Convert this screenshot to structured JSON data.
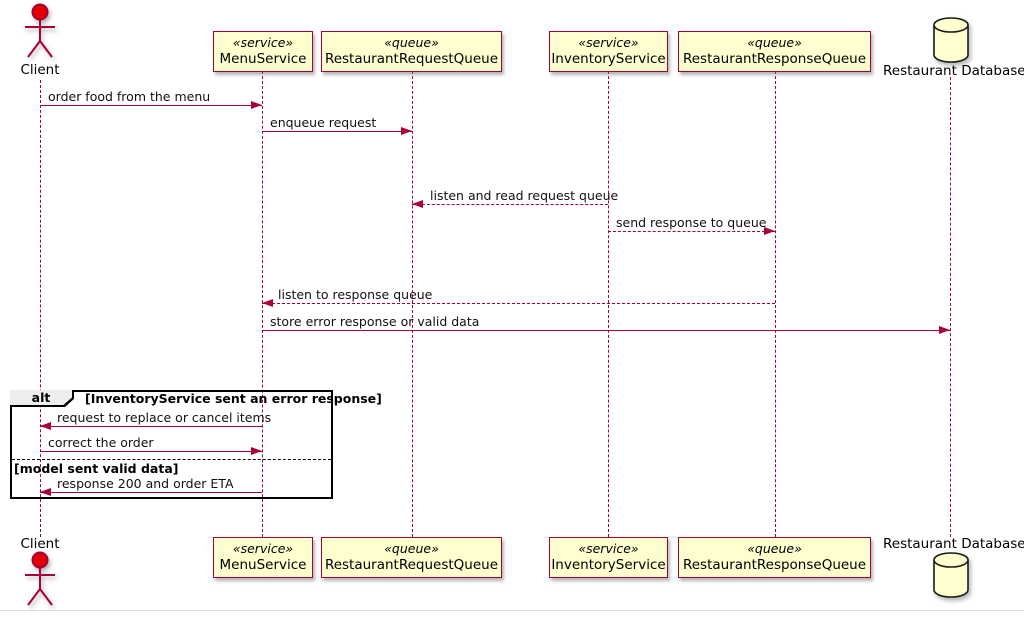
{
  "diagram_type": "uml-sequence-diagram",
  "colors": {
    "participant_fill": "#FEFECE",
    "participant_border": "#A80036",
    "arrow": "#A80036",
    "lifeline": "#A80036",
    "actor_head_fill": "#E40000",
    "alt_border": "#000000",
    "alt_header_fill": "#EEEEEE"
  },
  "actors": {
    "client": "Client",
    "database": "Restaurant Database"
  },
  "participants": {
    "menu_service": {
      "stereotype": "«service»",
      "name": "MenuService"
    },
    "request_queue": {
      "stereotype": "«queue»",
      "name": "RestaurantRequestQueue"
    },
    "inventory_service": {
      "stereotype": "«service»",
      "name": "InventoryService"
    },
    "response_queue": {
      "stereotype": "«queue»",
      "name": "RestaurantResponseQueue"
    }
  },
  "messages": {
    "m1": "order food from the menu",
    "m2": "enqueue request",
    "m3": "listen and read request queue",
    "m4": "send response to queue",
    "m5": "listen to response queue",
    "m6": "store error response or valid data"
  },
  "alt": {
    "keyword": "alt",
    "guard_error": "[InventoryService sent an error response]",
    "m7": "request to replace or cancel items",
    "m8": "correct the order",
    "guard_valid": "[model sent valid data]",
    "m9": "response 200 and order ETA"
  }
}
